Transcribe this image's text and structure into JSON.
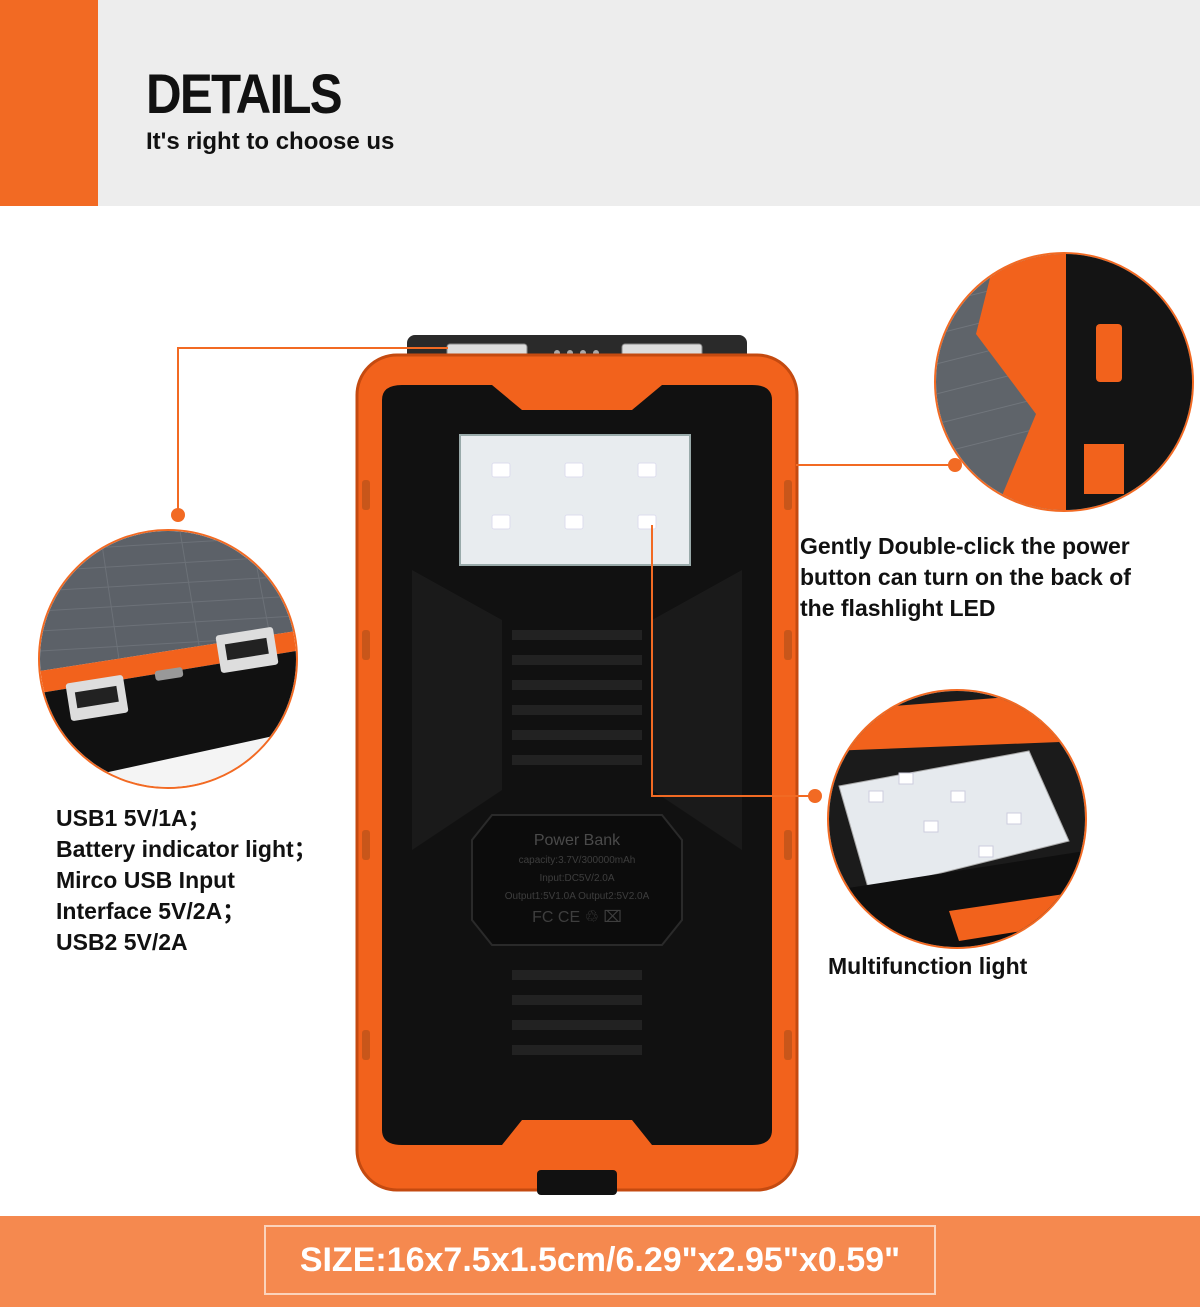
{
  "header": {
    "title": "DETAILS",
    "subtitle": "It's right to choose us"
  },
  "device": {
    "label_title": "Power Bank",
    "label_capacity": "capacity:3.7V/300000mAh",
    "label_input": "Input:DC5V/2.0A",
    "label_output": "Output1:5V1.0A Output2:5V2.0A",
    "label_marks": "FC CE ♲ ⌧"
  },
  "callouts": {
    "ports": [
      "USB1 5V/1A；",
      "Battery indicator light；",
      "Mirco USB Input",
      "Interface 5V/2A；",
      "USB2 5V/2A"
    ],
    "power_button": [
      "Gently Double-click the power",
      "button can turn on the back of",
      "the flashlight LED"
    ],
    "multifunction_light": "Multifunction light"
  },
  "footer": {
    "size": "SIZE:16x7.5x1.5cm/6.29\"x2.95\"x0.59\""
  },
  "colors": {
    "accent": "#f26a23",
    "footer_band": "#f5894f",
    "header_bg": "#ededed"
  }
}
